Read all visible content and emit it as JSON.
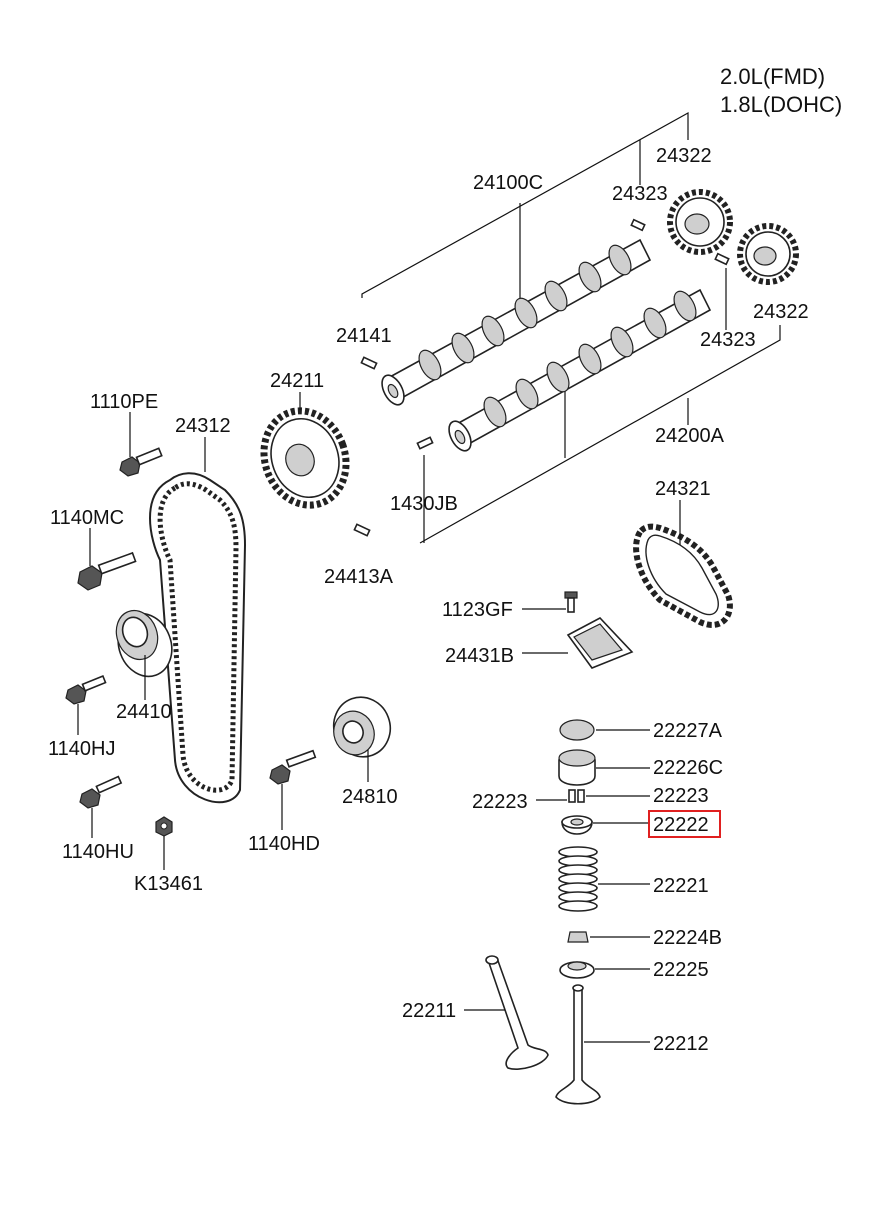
{
  "engine": {
    "line1": "2.0L(FMD)",
    "line2": "1.8L(DOHC)"
  },
  "labels": {
    "p24100C": "24100C",
    "p24322_top": "24322",
    "p24323_top": "24323",
    "p24141": "24141",
    "p24322_right": "24322",
    "p24323_right": "24323",
    "p24200A": "24200A",
    "p1430JB": "1430JB",
    "p24413A": "24413A",
    "p24211": "24211",
    "p1110PE": "1110PE",
    "p24312": "24312",
    "p1140MC": "1140MC",
    "p24410": "24410",
    "p1140HJ": "1140HJ",
    "p1140HU": "1140HU",
    "pK13461": "K13461",
    "p24810": "24810",
    "p1140HD": "1140HD",
    "p24321": "24321",
    "p1123GF": "1123GF",
    "p24431B": "24431B",
    "p22227A": "22227A",
    "p22226C": "22226C",
    "p22223_left": "22223",
    "p22223_right": "22223",
    "p22222": "22222",
    "p22221": "22221",
    "p22224B": "22224B",
    "p22225": "22225",
    "p22211": "22211",
    "p22212": "22212"
  },
  "highlight": {
    "part": "22222",
    "color": "#e02020"
  }
}
